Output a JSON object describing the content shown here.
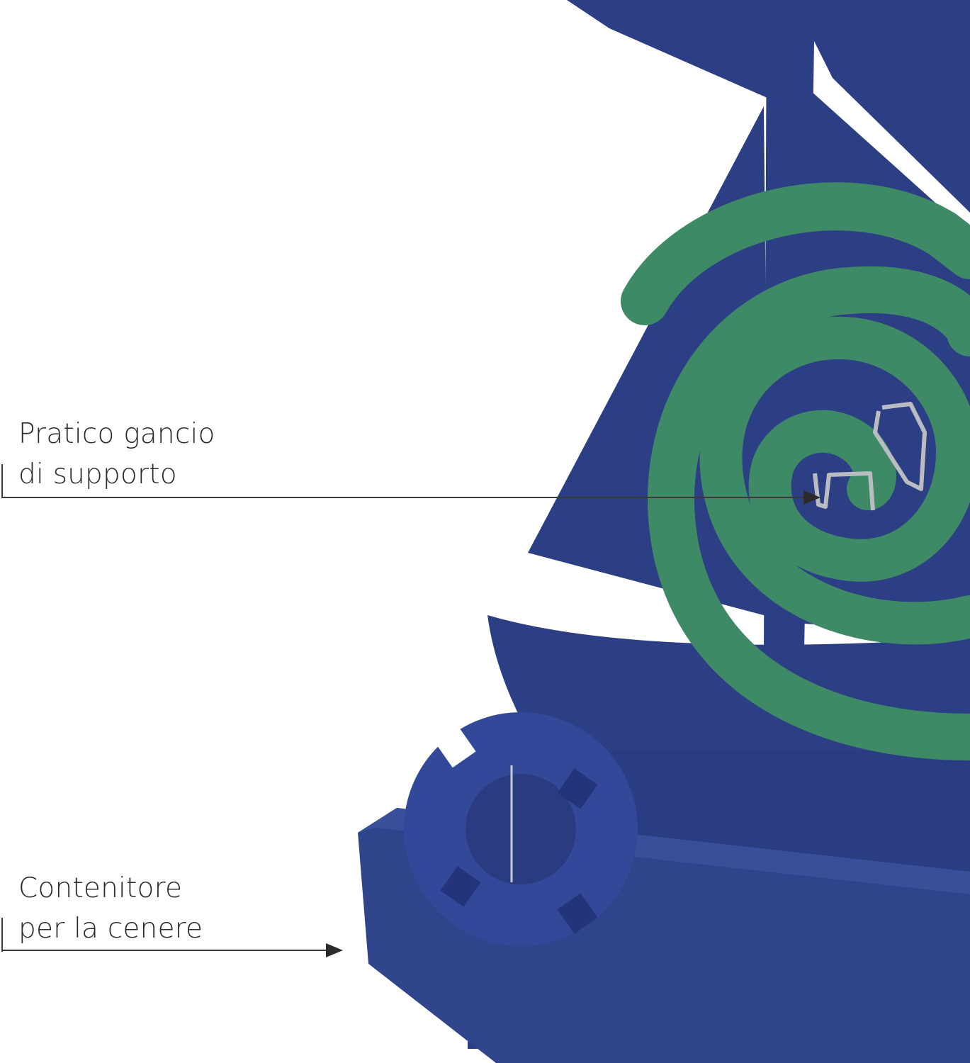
{
  "callouts": {
    "hook": {
      "line1": "Pratico gancio",
      "line2": "di supporto"
    },
    "ash_tray": {
      "line1": "Contenitore",
      "line2": "per la cenere"
    }
  },
  "colors": {
    "metal_blue": "#2c3f85",
    "metal_blue_shadow": "#24347a",
    "coil_green": "#3f8a66",
    "coil_green_edge": "#2e6f50",
    "hook_steel": "#b9bcc1",
    "text": "#2b2b2b",
    "background": "#ffffff"
  },
  "icons": [
    "sailboat-illustration",
    "mosquito-coil",
    "lifebuoy",
    "support-hook",
    "arrow-right-icon"
  ]
}
